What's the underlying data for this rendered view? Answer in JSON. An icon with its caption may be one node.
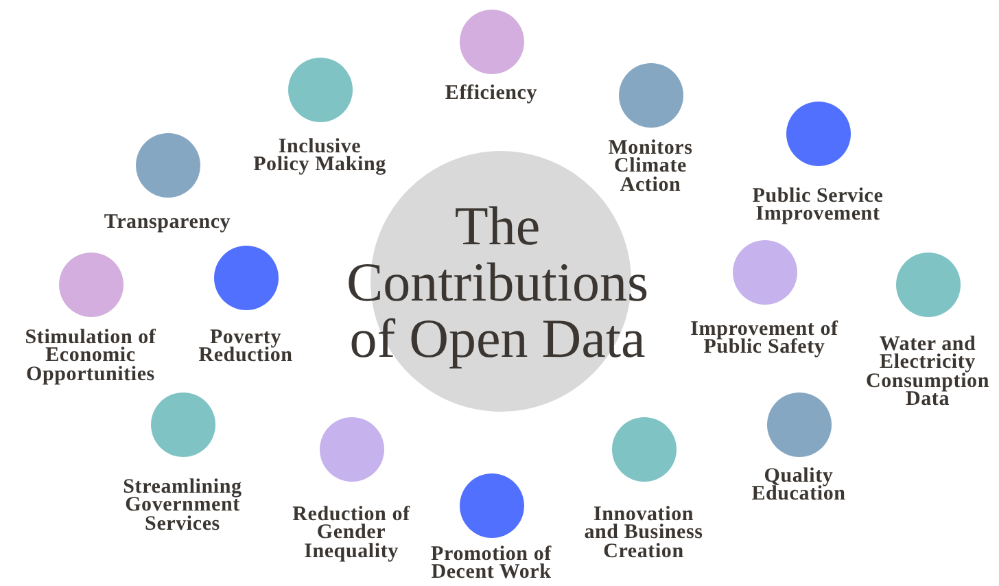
{
  "diagram": {
    "nodes": [
      {
        "text": [
          "The Contributions of Open Data"
        ]
      },
      {
        "text": [
          "Efficiency"
        ]
      },
      {
        "text": [
          "Inclusive Policy Making"
        ]
      },
      {
        "text": [
          "Monitors Climate Action"
        ]
      },
      {
        "text": [
          "Public Service Improvement"
        ]
      },
      {
        "text": [
          "Transparency"
        ]
      },
      {
        "text": [
          "Stimulation of Economic Opportunities"
        ]
      },
      {
        "text": [
          "Poverty Reduction"
        ]
      },
      {
        "text": [
          "Improvement of Public Safety"
        ]
      },
      {
        "text": [
          "Water and Electricity Consumption Data"
        ]
      },
      {
        "text": [
          "Streamlining Government Services"
        ]
      },
      {
        "text": [
          "Reduction of Gender Inequality"
        ]
      },
      {
        "text": [
          "Quality Education"
        ]
      },
      {
        "text": [
          "Innovation and Business Creation"
        ]
      },
      {
        "text": [
          "Promotion of Decent Work"
        ]
      }
    ]
  }
}
